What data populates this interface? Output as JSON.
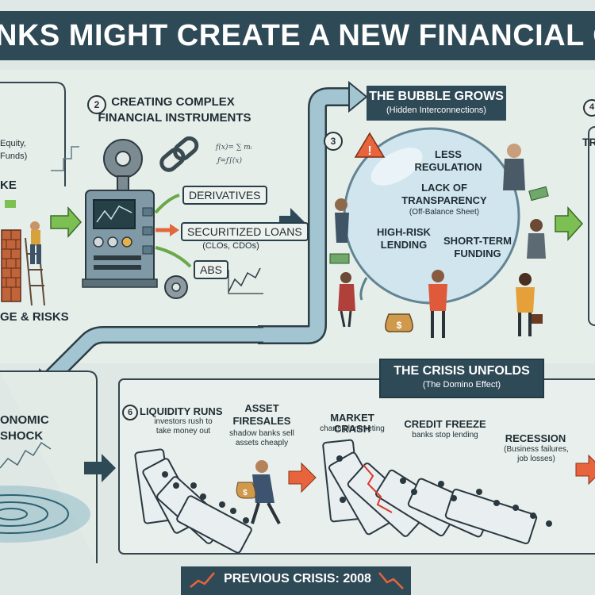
{
  "title": "NKS MIGHT CREATE A NEW FINANCIAL CRISIS: A REP",
  "step1": {
    "label_equity": "Equity,",
    "label_funds": "Funds)",
    "label_ke": "KE",
    "label_risks": "GE & RISKS"
  },
  "step2": {
    "number": "2",
    "title_line1": "CREATING COMPLEX",
    "title_line2": "FINANCIAL INSTRUMENTS",
    "derivatives": "DERIVATIVES",
    "securitized": "SECURITIZED LOANS",
    "securitized_sub": "(CLOs, CDOs)",
    "abs": "ABS"
  },
  "step3": {
    "number": "3",
    "header": "THE BUBBLE GROWS",
    "header_sub": "(Hidden Interconnections)",
    "less_regulation_1": "LESS",
    "less_regulation_2": "REGULATION",
    "lack_1": "LACK OF",
    "lack_2": "TRANSPARENCY",
    "lack_sub": "(Off-Balance Sheet)",
    "highrisk_1": "HIGH-RISK",
    "highrisk_2": "LENDING",
    "shortterm_1": "SHORT-TERM",
    "shortterm_2": "FUNDING"
  },
  "step4": {
    "number": "4",
    "label": "TR"
  },
  "step5": {
    "label_1": "ONOMIC",
    "label_2": "SHOCK"
  },
  "crisis": {
    "header": "THE CRISIS UNFOLDS",
    "header_sub": "(The Domino Effect)",
    "number": "6",
    "liquidity": "LIQUIDITY RUNS",
    "liquidity_sub_1": "investors rush to",
    "liquidity_sub_2": "take money out",
    "asset_1": "ASSET",
    "asset_2": "FIRESALES",
    "asset_sub_1": "shadow banks sell",
    "asset_sub_2": "assets cheaply",
    "crash": "MARKET CRASH",
    "crash_sub": "charts plummeting",
    "freeze": "CREDIT FREEZE",
    "freeze_sub": "banks stop lending",
    "recession": "RECESSION",
    "recession_sub_1": "(Business failures,",
    "recession_sub_2": "job losses)"
  },
  "footer": {
    "label": "PREVIOUS CRISIS: 2008"
  },
  "colors": {
    "navy": "#2f4a57",
    "pipe": "#9fc1cf",
    "arrow_green": "#7cbf53",
    "arrow_red": "#e8643c"
  }
}
